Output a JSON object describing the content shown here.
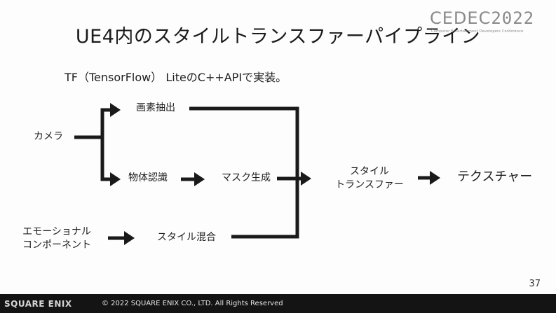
{
  "slide": {
    "title": "UE4内のスタイルトランスファーパイプライン",
    "subtitle": "TF（TensorFlow） LiteのC++APIで実装。",
    "page_number": "37"
  },
  "logo": {
    "main": "CEDEC",
    "year": "2022",
    "tagline": "Computer Entertainment Developers Conference"
  },
  "diagram": {
    "nodes": {
      "camera": "カメラ",
      "pixel_extract": "画素抽出",
      "object_recognition": "物体認識",
      "mask_generation": "マスク生成",
      "emotional_component_line1": "エモーショナル",
      "emotional_component_line2": "コンポーネント",
      "style_mix": "スタイル混合",
      "style_transfer_line1": "スタイル",
      "style_transfer_line2": "トランスファー",
      "texture": "テクスチャー"
    },
    "arrow_color": "#1a1a1a"
  },
  "footer": {
    "brand": "SQUARE ENIX",
    "copyright": "© 2022 SQUARE ENIX CO., LTD. All Rights Reserved",
    "background": "#141414"
  }
}
